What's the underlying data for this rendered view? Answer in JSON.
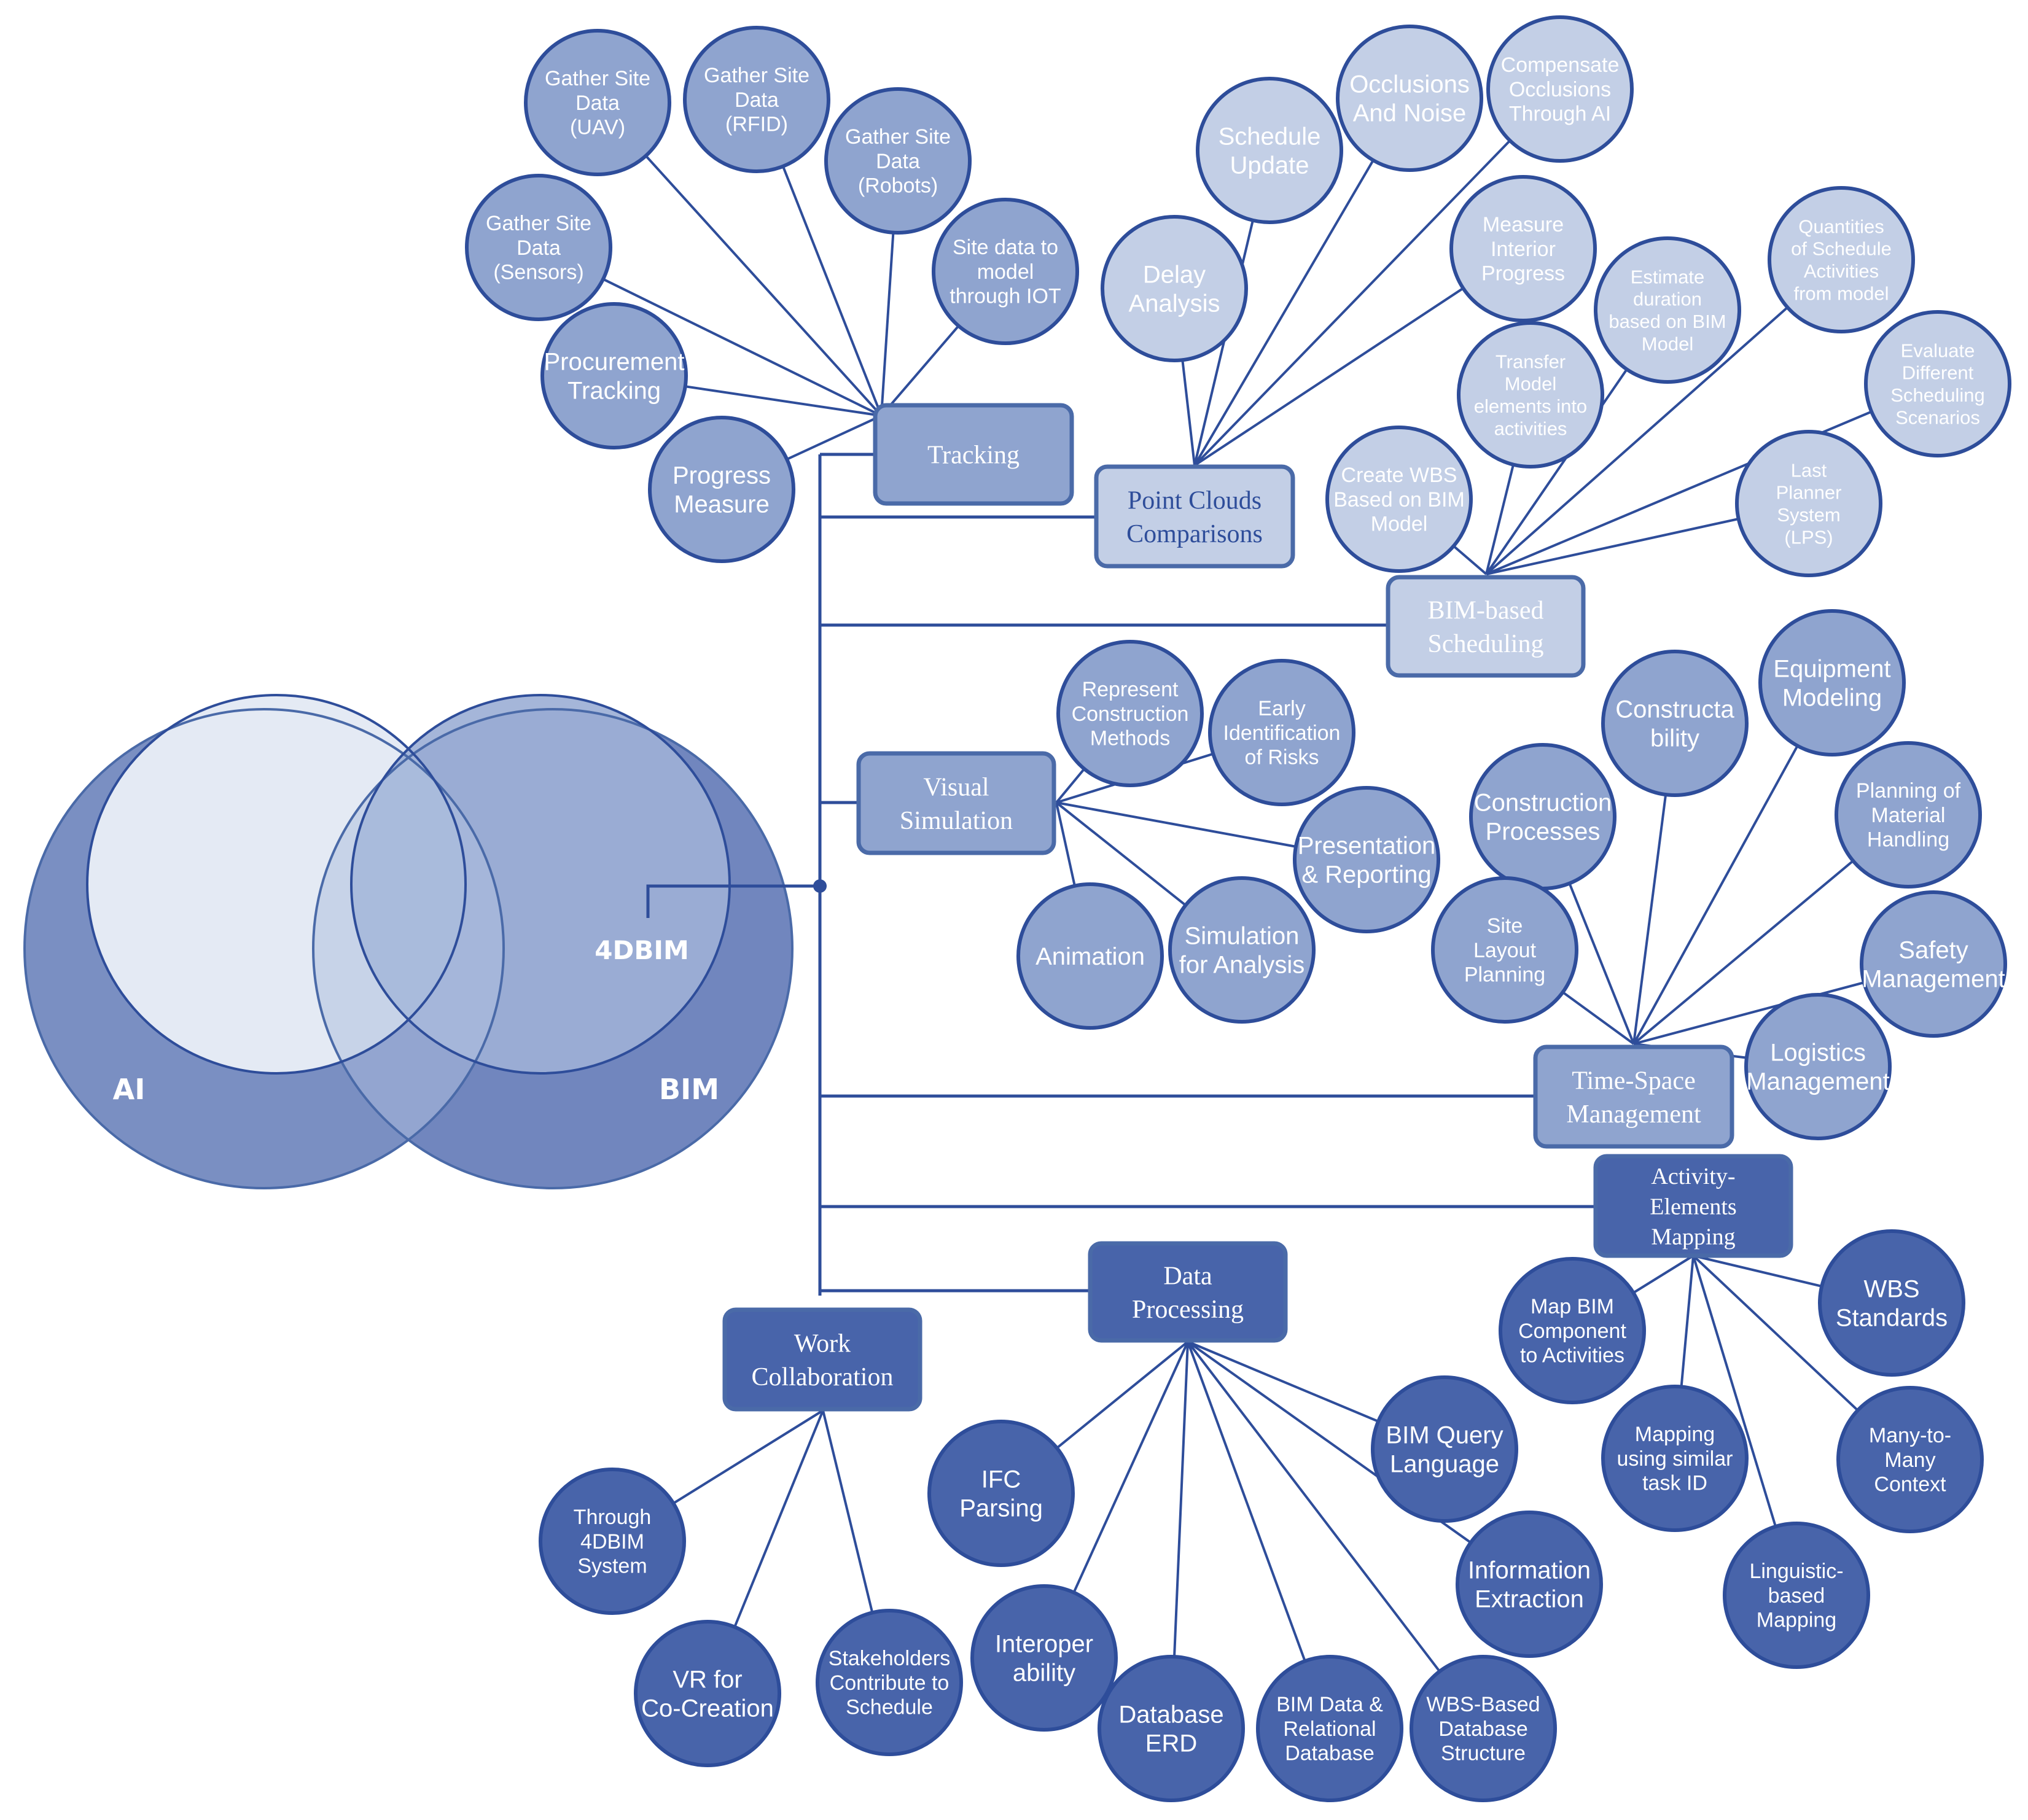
{
  "colors": {
    "line": "#2e4d9a",
    "box_stroke": "#4a6aa8",
    "light": "#c3cfe6",
    "medium": "#8fa4cf",
    "mid_dark": "#6680bd",
    "dark": "#4864aa",
    "darkest": "#34539f",
    "venn_ai": "#7a8fc2",
    "venn_bim": "#7186be",
    "venn_inner": "#e4eaf4",
    "venn_4dbim": "#9db0d6"
  },
  "venn": {
    "ai_label": "AI",
    "bim_label": "BIM",
    "center_label": "4DBIM"
  },
  "categories": [
    {
      "id": "tracking",
      "label": [
        "Tracking"
      ],
      "fill": "#8fa4cf",
      "text_color": "#ffffff",
      "leaves": [
        {
          "id": "uav",
          "lines": [
            "Gather Site",
            "Data",
            "(UAV)"
          ]
        },
        {
          "id": "rfid",
          "lines": [
            "Gather Site",
            "Data",
            "(RFID)"
          ]
        },
        {
          "id": "robots",
          "lines": [
            "Gather Site",
            "Data",
            "(Robots)"
          ]
        },
        {
          "id": "sensors",
          "lines": [
            "Gather Site",
            "Data",
            "(Sensors)"
          ]
        },
        {
          "id": "iot",
          "lines": [
            "Site data to",
            "model",
            "through IOT"
          ]
        },
        {
          "id": "procurement",
          "lines": [
            "Procurement",
            "Tracking"
          ]
        },
        {
          "id": "progress",
          "lines": [
            "Progress",
            "Measure"
          ]
        }
      ]
    },
    {
      "id": "point-clouds",
      "label": [
        "Point Clouds",
        "Comparisons"
      ],
      "fill": "#c3cfe6",
      "text_color": "#2e4d9a",
      "leaves": [
        {
          "id": "delay",
          "lines": [
            "Delay",
            "Analysis"
          ]
        },
        {
          "id": "schedule-update",
          "lines": [
            "Schedule",
            "Update"
          ]
        },
        {
          "id": "occlusions",
          "lines": [
            "Occlusions",
            "And Noise"
          ]
        },
        {
          "id": "compensate",
          "lines": [
            "Compensate",
            "Occlusions",
            "Through AI"
          ]
        },
        {
          "id": "interior",
          "lines": [
            "Measure",
            "Interior",
            "Progress"
          ]
        }
      ]
    },
    {
      "id": "bim-scheduling",
      "label": [
        "BIM-based",
        "Scheduling"
      ],
      "fill": "#c3cfe6",
      "text_color": "#ffffff",
      "leaves": [
        {
          "id": "duration",
          "lines": [
            "Estimate",
            "duration",
            "based on BIM",
            "Model"
          ]
        },
        {
          "id": "quantities",
          "lines": [
            "Quantities",
            "of Schedule",
            "Activities",
            "from model"
          ]
        },
        {
          "id": "scenarios",
          "lines": [
            "Evaluate",
            "Different",
            "Scheduling",
            "Scenarios"
          ]
        },
        {
          "id": "transfer",
          "lines": [
            "Transfer",
            "Model",
            "elements into",
            "activities"
          ]
        },
        {
          "id": "wbs-bim",
          "lines": [
            "Create WBS",
            "Based on BIM",
            "Model"
          ]
        },
        {
          "id": "lps",
          "lines": [
            "Last",
            "Planner",
            "System",
            "(LPS)"
          ]
        }
      ]
    },
    {
      "id": "visual-simulation",
      "label": [
        "Visual",
        "Simulation"
      ],
      "fill": "#8fa4cf",
      "text_color": "#ffffff",
      "leaves": [
        {
          "id": "represent",
          "lines": [
            "Represent",
            "Construction",
            "Methods"
          ]
        },
        {
          "id": "early-risks",
          "lines": [
            "Early",
            "Identification",
            "of Risks"
          ]
        },
        {
          "id": "presentation",
          "lines": [
            "Presentation",
            "& Reporting"
          ]
        },
        {
          "id": "animation",
          "lines": [
            "Animation"
          ]
        },
        {
          "id": "sim-analysis",
          "lines": [
            "Simulation",
            "for Analysis"
          ]
        }
      ]
    },
    {
      "id": "time-space",
      "label": [
        "Time-Space",
        "Management"
      ],
      "fill": "#8fa4cf",
      "text_color": "#ffffff",
      "leaves": [
        {
          "id": "construction-processes",
          "lines": [
            "Construction",
            "Processes"
          ]
        },
        {
          "id": "constructability",
          "lines": [
            "Constructa",
            "bility"
          ]
        },
        {
          "id": "equipment",
          "lines": [
            "Equipment",
            "Modeling"
          ]
        },
        {
          "id": "material-handling",
          "lines": [
            "Planning of",
            "Material",
            "Handling"
          ]
        },
        {
          "id": "site-layout",
          "lines": [
            "Site",
            "Layout",
            "Planning"
          ]
        },
        {
          "id": "safety",
          "lines": [
            "Safety",
            "Management"
          ]
        },
        {
          "id": "logistics",
          "lines": [
            "Logistics",
            "Management"
          ]
        }
      ]
    },
    {
      "id": "activity-mapping",
      "label": [
        "Activity-",
        "Elements",
        "Mapping"
      ],
      "fill": "#4864aa",
      "text_color": "#ffffff",
      "leaves": [
        {
          "id": "map-bim",
          "lines": [
            "Map BIM",
            "Component",
            "to Activities"
          ]
        },
        {
          "id": "wbs-standards",
          "lines": [
            "WBS",
            "Standards"
          ]
        },
        {
          "id": "task-id",
          "lines": [
            "Mapping",
            "using similar",
            "task ID"
          ]
        },
        {
          "id": "many-to-many",
          "lines": [
            "Many-to-",
            "Many",
            "Context"
          ]
        },
        {
          "id": "linguistic",
          "lines": [
            "Linguistic-",
            "based",
            "Mapping"
          ]
        }
      ]
    },
    {
      "id": "data-processing",
      "label": [
        "Data",
        "Processing"
      ],
      "fill": "#4864aa",
      "text_color": "#ffffff",
      "leaves": [
        {
          "id": "ifc",
          "lines": [
            "IFC",
            "Parsing"
          ]
        },
        {
          "id": "bim-query",
          "lines": [
            "BIM Query",
            "Language"
          ]
        },
        {
          "id": "info-extraction",
          "lines": [
            "Information",
            "Extraction"
          ]
        },
        {
          "id": "interoperability",
          "lines": [
            "Interoper",
            "ability"
          ]
        },
        {
          "id": "erd",
          "lines": [
            "Database",
            "ERD"
          ]
        },
        {
          "id": "relational",
          "lines": [
            "BIM Data &",
            "Relational",
            "Database"
          ]
        },
        {
          "id": "wbs-db",
          "lines": [
            "WBS-Based",
            "Database",
            "Structure"
          ]
        }
      ]
    },
    {
      "id": "work-collaboration",
      "label": [
        "Work",
        "Collaboration"
      ],
      "fill": "#4864aa",
      "text_color": "#ffffff",
      "leaves": [
        {
          "id": "through-4dbim",
          "lines": [
            "Through",
            "4DBIM",
            "System"
          ]
        },
        {
          "id": "vr",
          "lines": [
            "VR for",
            "Co-Creation"
          ]
        },
        {
          "id": "stakeholders",
          "lines": [
            "Stakeholders",
            "Contribute to",
            "Schedule"
          ]
        }
      ]
    }
  ]
}
